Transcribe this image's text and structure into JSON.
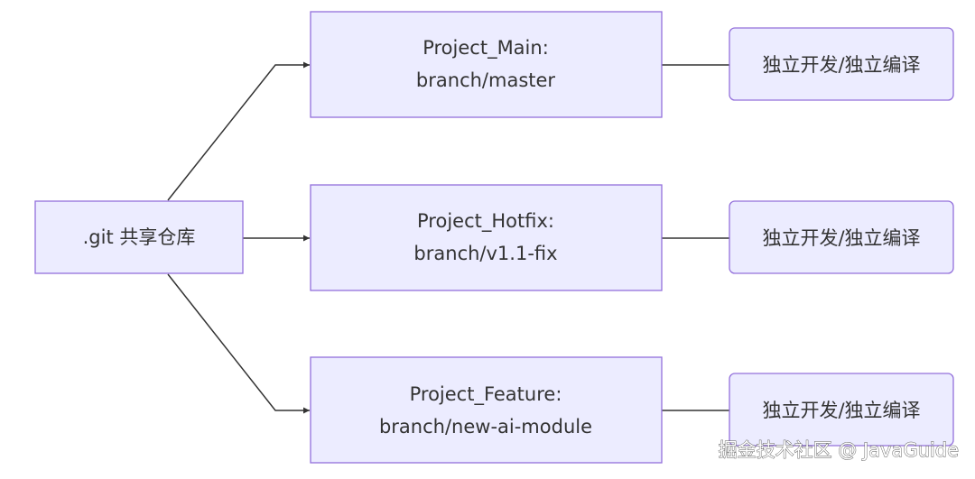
{
  "diagram": {
    "source": {
      "label": ".git 共享仓库"
    },
    "projects": [
      {
        "line1": "Project_Main:",
        "line2": "branch/master"
      },
      {
        "line1": "Project_Hotfix:",
        "line2": "branch/v1.1-fix"
      },
      {
        "line1": "Project_Feature:",
        "line2": "branch/new-ai-module"
      }
    ],
    "outcomes": [
      {
        "label": "独立开发/独立编译"
      },
      {
        "label": "独立开发/独立编译"
      },
      {
        "label": "独立开发/独立编译"
      }
    ]
  },
  "watermark": "掘金技术社区 @ JavaGuide",
  "colors": {
    "node_fill": "#ececff",
    "node_stroke": "#9370db",
    "edge": "#333333",
    "text": "#333333"
  }
}
